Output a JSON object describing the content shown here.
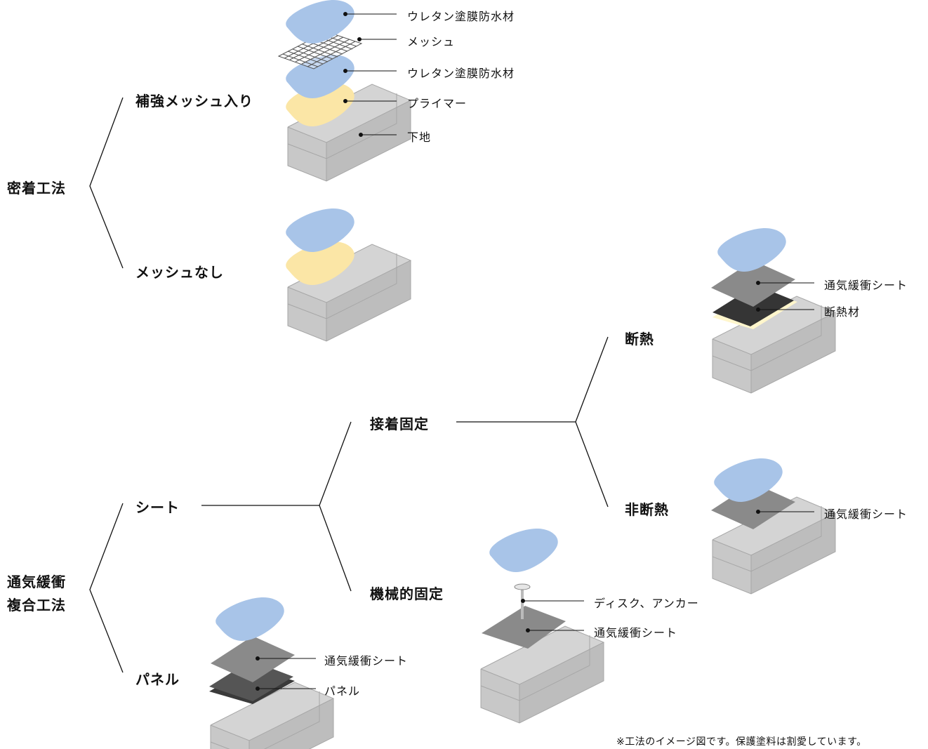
{
  "tree": {
    "root_a": "密着工法",
    "root_b_line1": "通気緩衝",
    "root_b_line2": "複合工法",
    "mesh": "補強メッシュ入り",
    "no_mesh": "メッシュなし",
    "sheet": "シート",
    "panel": "パネル",
    "adhesive": "接着固定",
    "mechanical": "機械的固定",
    "insulated": "断熱",
    "non_insulated": "非断熱"
  },
  "labels": {
    "urethan_top": "ウレタン塗膜防水材",
    "mesh": "メッシュ",
    "urethan_mid": "ウレタン塗膜防水材",
    "primer": "プライマー",
    "substrate": "下地",
    "vent_sheet_insul": "通気緩衝シート",
    "insulation": "断熱材",
    "vent_sheet_noninsul": "通気緩衝シート",
    "disk_anchor": "ディスク、アンカー",
    "vent_sheet_mech": "通気緩衝シート",
    "vent_sheet_panel": "通気緩衝シート",
    "panel": "パネル"
  },
  "note": "※工法のイメージ図です。保護塗料は割愛しています。",
  "colors": {
    "urethane": "#a8c4e8",
    "primer": "#fbe6a6",
    "substrate_top": "#d4d4d4",
    "substrate_side": "#c3c3c3",
    "substrate_edge": "#a6a6a6",
    "vent_sheet": "#8a8a8a",
    "insulation": "#353535",
    "insulation_edge": "#fff6cc",
    "panel": "#555555",
    "line": "#111111"
  }
}
